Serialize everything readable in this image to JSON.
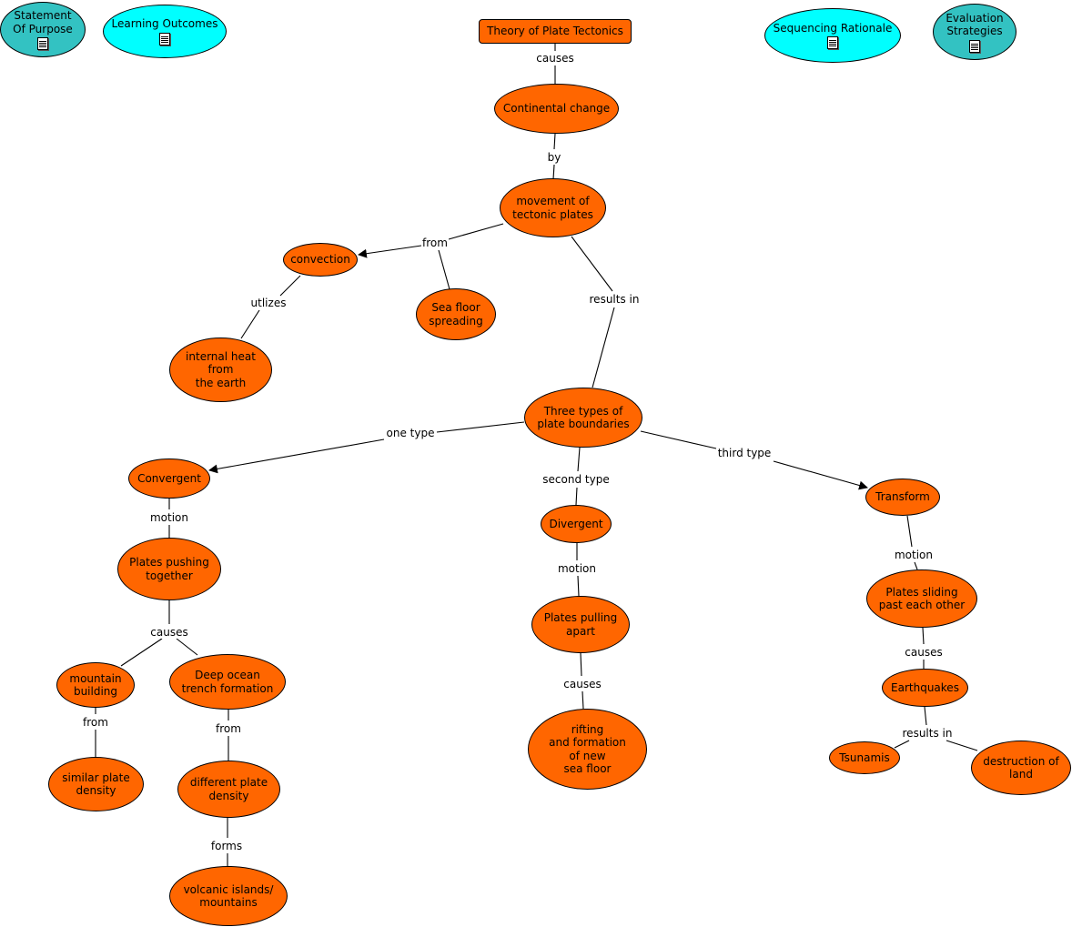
{
  "colors": {
    "concept": "#ff6600",
    "resource_teal": "#33c2c2",
    "resource_cyan": "#00ffff",
    "line": "#000000"
  },
  "icons": {
    "resource": "document-icon"
  },
  "resources": {
    "statement_of_purpose": "Statement\nOf Purpose",
    "learning_outcomes": "Learning Outcomes",
    "sequencing_rationale": "Sequencing Rationale",
    "evaluation_strategies": "Evaluation\nStrategies"
  },
  "concepts": {
    "theory": "Theory of Plate Tectonics",
    "continental_change": "Continental change",
    "movement": "movement of\ntectonic plates",
    "convection": "convection",
    "sea_floor": "Sea floor\nspreading",
    "internal_heat": "internal heat\nfrom\nthe earth",
    "three_types": "Three types of\nplate boundaries",
    "convergent": "Convergent",
    "divergent": "Divergent",
    "transform": "Transform",
    "pushing": "Plates pushing\ntogether",
    "pulling": "Plates pulling\napart",
    "sliding": "Plates sliding\npast each other",
    "mountain": "mountain\nbuilding",
    "trench": "Deep ocean\ntrench formation",
    "rifting": "rifting\nand formation\nof new\nsea floor",
    "earthquakes": "Earthquakes",
    "similar_density": "similar plate\ndensity",
    "different_density": "different plate\ndensity",
    "tsunamis": "Tsunamis",
    "destruction": "destruction of\nland",
    "volcanic": "volcanic islands/\nmountains"
  },
  "links": {
    "causes_1": "causes",
    "by": "by",
    "from_1": "from",
    "results_in_1": "results in",
    "utlizes": "utlizes",
    "one_type": "one type",
    "second_type": "second type",
    "third_type": "third type",
    "motion_1": "motion",
    "motion_2": "motion",
    "motion_3": "motion",
    "causes_2": "causes",
    "causes_3": "causes",
    "causes_4": "causes",
    "from_2": "from",
    "from_3": "from",
    "results_in_2": "results in",
    "forms": "forms"
  }
}
